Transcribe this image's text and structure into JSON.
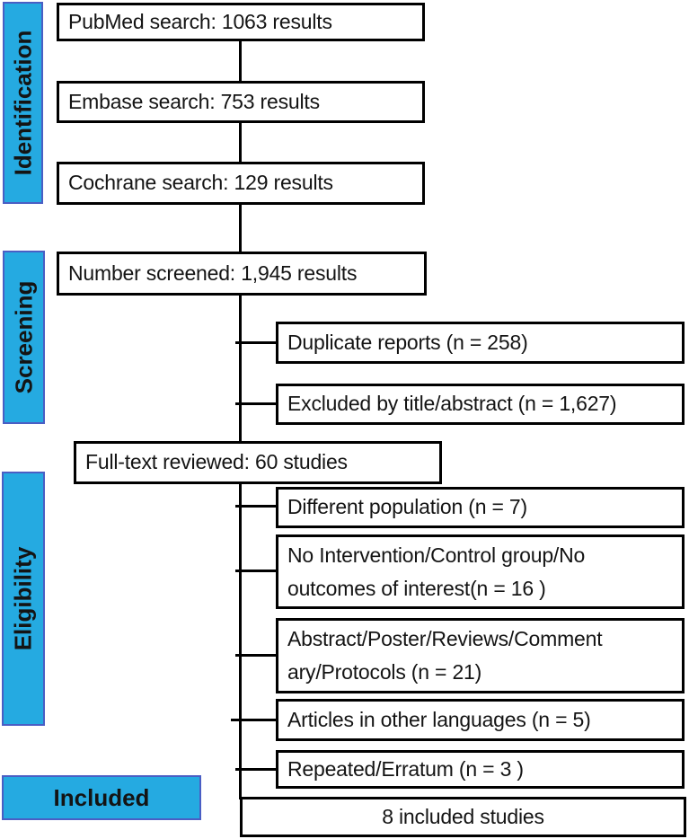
{
  "figure": {
    "type": "prisma-flow-diagram",
    "description": "Study selection flow chart"
  },
  "colors": {
    "stage_fill": "#25aae1",
    "stage_border": "#4a5ec4",
    "box_border": "#000000",
    "connector": "#000000",
    "text": "#141414",
    "background": "#ffffff"
  },
  "stages": {
    "identification": "Identification",
    "screening": "Screening",
    "eligibility": "Eligibility",
    "included": "Included"
  },
  "boxes": {
    "pubmed": {
      "label": "PubMed search: 1063 results"
    },
    "embase": {
      "label": "Embase search: 753 results"
    },
    "cochrane": {
      "label": "Cochrane search: 129 results"
    },
    "screened": {
      "label": "Number screened: 1,945 results"
    },
    "duplicate": {
      "label": "Duplicate reports (n = 258)"
    },
    "excluded_title_abstract": {
      "label": "Excluded by title/abstract (n = 1,627)"
    },
    "fulltext": {
      "label": "Full-text reviewed: 60 studies"
    },
    "different_population": {
      "label": "Different population (n = 7)"
    },
    "no_intervention": {
      "lines": [
        "No Intervention/Control group/No",
        "outcomes of interest(n = 16 )"
      ]
    },
    "abstract_poster": {
      "lines": [
        "Abstract/Poster/Reviews/Comment",
        "ary/Protocols (n = 21)"
      ]
    },
    "other_languages": {
      "label": "Articles in other languages (n = 5)"
    },
    "repeated_erratum": {
      "label": "Repeated/Erratum (n = 3 )"
    },
    "included_studies": {
      "label": "8 included studies"
    }
  }
}
